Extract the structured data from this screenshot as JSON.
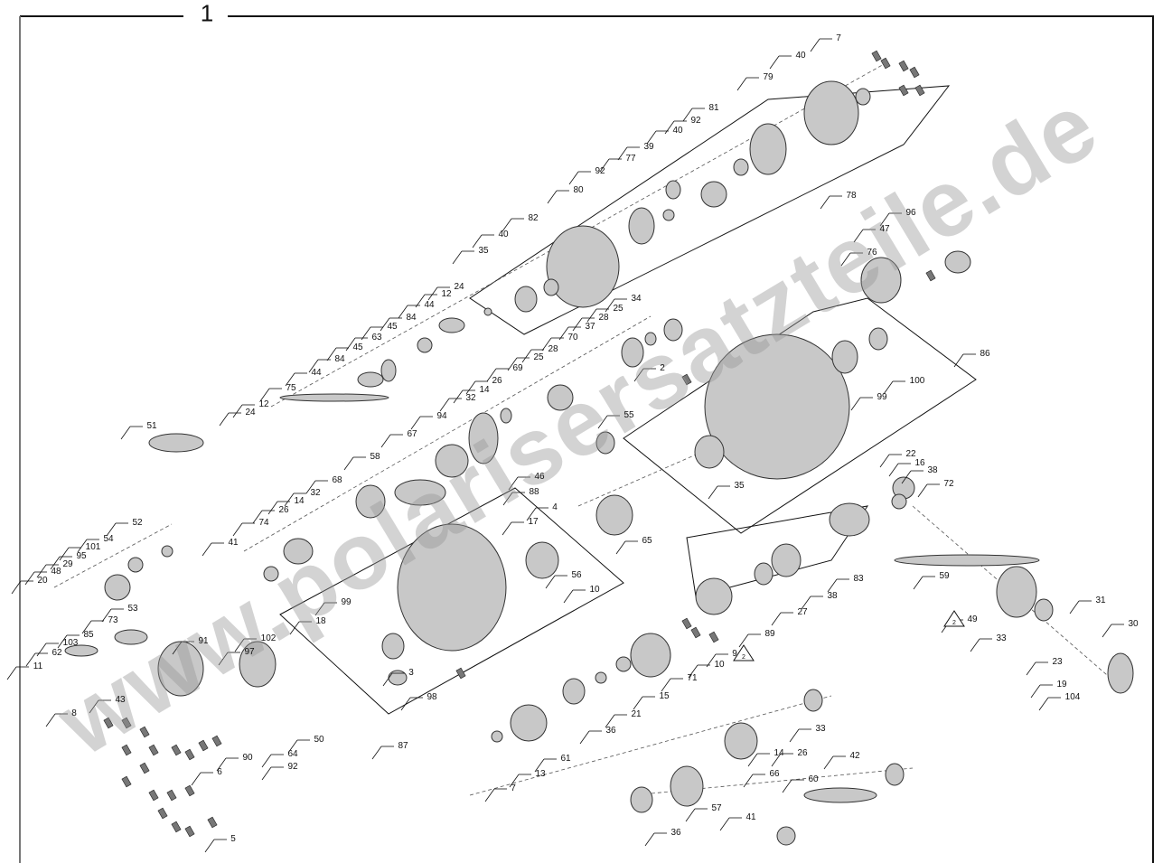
{
  "figure_number": "1",
  "watermark": "www.polarisersatzteile.de",
  "revision_mark": "2",
  "colors": {
    "line": "#111111",
    "part_fill": "#c8c8c8",
    "part_dark": "#555555",
    "watermark": "#969696"
  },
  "callouts": [
    "7",
    "40",
    "79",
    "81",
    "92",
    "40",
    "39",
    "77",
    "78",
    "92",
    "80",
    "82",
    "96",
    "47",
    "76",
    "40",
    "35",
    "24",
    "12",
    "44",
    "84",
    "45",
    "63",
    "45",
    "84",
    "44",
    "75",
    "12",
    "24",
    "51",
    "34",
    "25",
    "28",
    "37",
    "70",
    "28",
    "25",
    "69",
    "26",
    "14",
    "32",
    "94",
    "67",
    "2",
    "86",
    "99",
    "100",
    "55",
    "46",
    "88",
    "4",
    "58",
    "68",
    "32",
    "14",
    "26",
    "74",
    "41",
    "35",
    "22",
    "16",
    "38",
    "72",
    "65",
    "17",
    "56",
    "10",
    "52",
    "54",
    "101",
    "95",
    "29",
    "48",
    "20",
    "53",
    "73",
    "85",
    "103",
    "91",
    "62",
    "11",
    "43",
    "18",
    "99",
    "97",
    "102",
    "3",
    "98",
    "87",
    "50",
    "64",
    "92",
    "90",
    "6",
    "8",
    "5",
    "83",
    "59",
    "38",
    "27",
    "89",
    "9",
    "10",
    "71",
    "15",
    "21",
    "36",
    "61",
    "13",
    "7",
    "49",
    "31",
    "30",
    "33",
    "23",
    "19",
    "104",
    "33",
    "26",
    "14",
    "66",
    "42",
    "60",
    "57",
    "36",
    "41"
  ]
}
